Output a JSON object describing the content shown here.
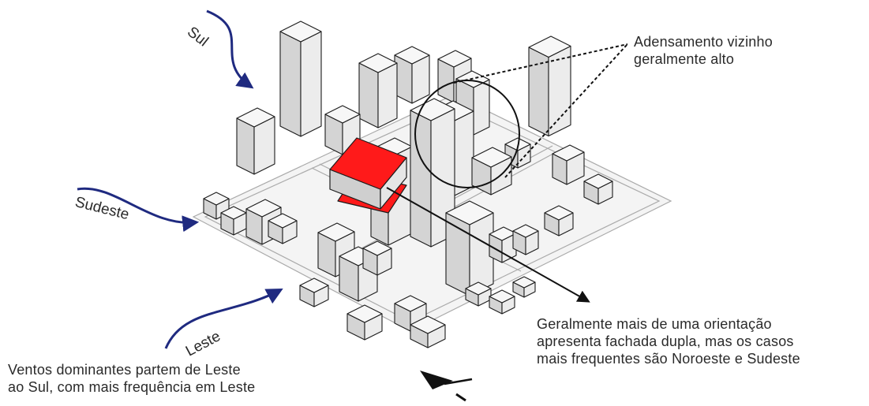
{
  "winds": {
    "sul": "Sul",
    "sudeste": "Sudeste",
    "leste": "Leste"
  },
  "annotations": {
    "neighbor_density": "Adensamento vizinho\ngeralmente alto",
    "orientation": "Geralmente mais de uma orientação\napresenta fachada dupla, mas os casos\nmais frequentes são Noroeste e Sudeste",
    "winds_note": "Ventos dominantes partem de Leste\nao Sul, com mais frequência em Leste"
  },
  "colors": {
    "wind_arrow": "#1f2a80",
    "highlight_building": "#ff1a1a",
    "building_face": "#e6e6e6",
    "outline": "#222222"
  },
  "icons": {
    "north_arrow": "north-arrow-icon"
  }
}
